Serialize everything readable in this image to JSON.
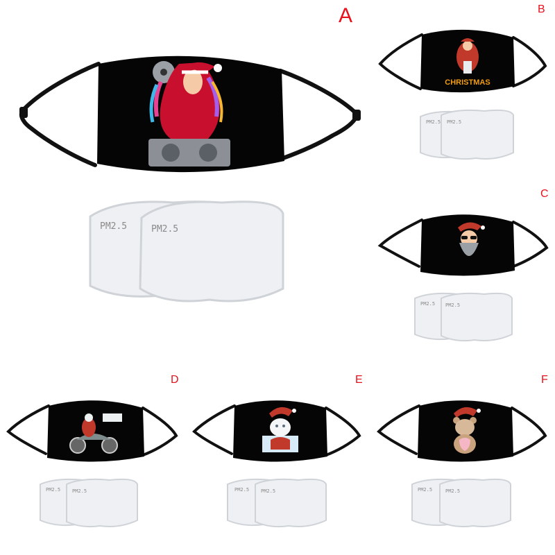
{
  "colors": {
    "mask": "#050505",
    "strap": "#111111",
    "filter_fill": "#eef0f3",
    "filter_edge": "#cfd3d8",
    "label": "#e8101a"
  },
  "variants": [
    {
      "label": "A",
      "design": "DJ Santa girl with turntable",
      "filter_text": [
        "PM2.5",
        "PM2.5"
      ]
    },
    {
      "label": "B",
      "design": "Dancing Santa with Christmas text",
      "print_text": "CHRISTMAS",
      "filter_text": [
        "PM2.5",
        "PM2.5"
      ]
    },
    {
      "label": "C",
      "design": "Bearded Santa with sunglasses",
      "filter_text": [
        "PM2.5",
        "PM2.5"
      ]
    },
    {
      "label": "D",
      "design": "Santa riding motorcycle",
      "filter_text": [
        "PM2.5",
        "PM2.5"
      ]
    },
    {
      "label": "E",
      "design": "Cat in Santa hat",
      "filter_text": [
        "PM2.5",
        "PM2.5"
      ]
    },
    {
      "label": "F",
      "design": "Teddy bear in Santa hat",
      "filter_text": [
        "PM2.5",
        "PM2.5"
      ]
    }
  ]
}
